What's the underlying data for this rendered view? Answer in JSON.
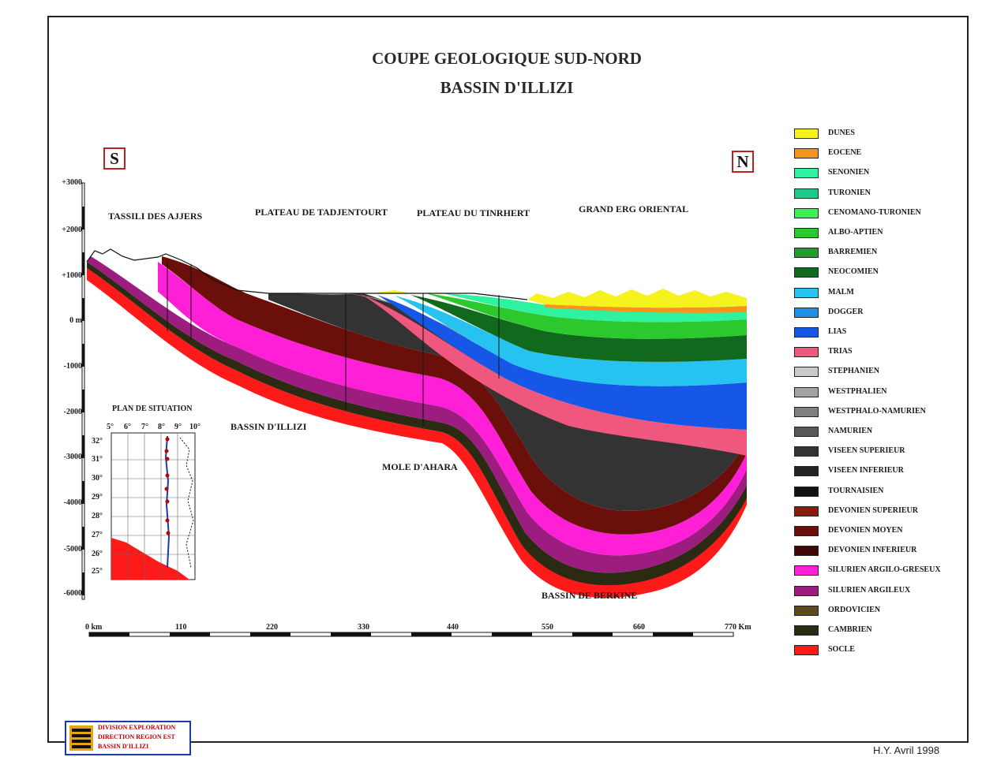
{
  "title": {
    "line1": "COUPE GEOLOGIQUE SUD-NORD",
    "line2": "BASSIN D'ILLIZI"
  },
  "directions": {
    "south": "S",
    "north": "N"
  },
  "depth_axis": [
    "+3000",
    "+2000",
    "+1000",
    "0 m",
    "-1000",
    "-2000",
    "-3000",
    "-4000",
    "-5000",
    "-6000"
  ],
  "distance_axis": [
    "0 km",
    "110",
    "220",
    "330",
    "440",
    "550",
    "660",
    "770 Km"
  ],
  "regions": {
    "tassili": "TASSILI DES AJJERS",
    "tadjentourt": "PLATEAU DE TADJENTOURT",
    "tinrhert": "PLATEAU DU TINRHERT",
    "erg": "GRAND ERG ORIENTAL",
    "illizi": "BASSIN D'ILLIZI",
    "ahara": "MOLE D'AHARA",
    "berkine": "BASSIN DE BERKINE"
  },
  "legend": [
    {
      "label": "DUNES",
      "color": "#f5f21e"
    },
    {
      "label": "EOCENE",
      "color": "#f7941d"
    },
    {
      "label": "SENONIEN",
      "color": "#2ff2a0"
    },
    {
      "label": "TURONIEN",
      "color": "#1fc98a"
    },
    {
      "label": "CENOMANO-TURONIEN",
      "color": "#3df053"
    },
    {
      "label": "ALBO-APTIEN",
      "color": "#2cc92e"
    },
    {
      "label": "BARREMIEN",
      "color": "#1e9e2a"
    },
    {
      "label": "NEOCOMIEN",
      "color": "#11691d"
    },
    {
      "label": "MALM",
      "color": "#27c3f0"
    },
    {
      "label": "DOGGER",
      "color": "#1d8fe6"
    },
    {
      "label": "LIAS",
      "color": "#1657e8"
    },
    {
      "label": "TRIAS",
      "color": "#f0577e"
    },
    {
      "label": "STEPHANIEN",
      "color": "#c9c9c9"
    },
    {
      "label": "WESTPHALIEN",
      "color": "#a3a3a3"
    },
    {
      "label": "WESTPHALO-NAMURIEN",
      "color": "#7f7f7f"
    },
    {
      "label": "NAMURIEN",
      "color": "#575757"
    },
    {
      "label": "VISEEN SUPERIEUR",
      "color": "#333333"
    },
    {
      "label": "VISEEN INFERIEUR",
      "color": "#222222"
    },
    {
      "label": "TOURNAISIEN",
      "color": "#111111"
    },
    {
      "label": "DEVONIEN SUPERIEUR",
      "color": "#8c1a0d"
    },
    {
      "label": "DEVONIEN MOYEN",
      "color": "#6b0f0a"
    },
    {
      "label": "DEVONIEN INFERIEUR",
      "color": "#3e0808"
    },
    {
      "label": "SILURIEN ARGILO-GRESEUX",
      "color": "#ff1fd6"
    },
    {
      "label": "SILURIEN ARGILEUX",
      "color": "#9c1c7f"
    },
    {
      "label": "ORDOVICIEN",
      "color": "#5c4a1c"
    },
    {
      "label": "CAMBRIEN",
      "color": "#2b2b14"
    },
    {
      "label": "SOCLE",
      "color": "#ff1a1a"
    }
  ],
  "inset": {
    "title": "PLAN DE SITUATION",
    "longitudes": [
      "5°",
      "6°",
      "7°",
      "8°",
      "9°",
      "10°"
    ],
    "latitudes": [
      "32°",
      "31°",
      "30°",
      "29°",
      "28°",
      "27°",
      "26°",
      "25°"
    ]
  },
  "logo": {
    "line1": "DIVISION EXPLORATION",
    "line2": "DIRECTION REGION EST",
    "line3": "BASSIN D'ILLIZI"
  },
  "author": "H.Y. Avril 1998"
}
